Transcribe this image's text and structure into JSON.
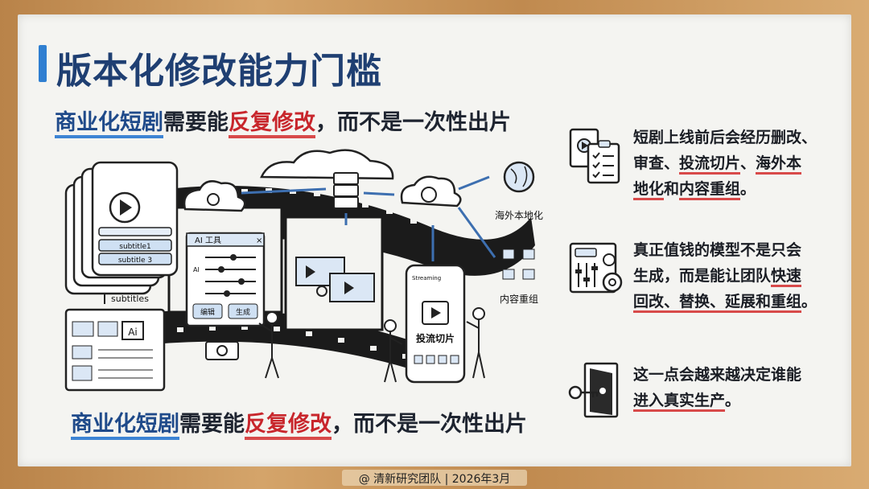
{
  "title": "版本化修改能力门槛",
  "headline_top": {
    "part1": "商业化短剧",
    "part2": "需要能",
    "part3": "反复修改",
    "part4": "，而不是一次性出片"
  },
  "headline_bottom": {
    "part1": "商业化短剧",
    "part2": "需要能",
    "part3": "反复修改",
    "part4": "，而不是一次性出片"
  },
  "sketch": {
    "subtitle1": "subtitle1",
    "subtitle3": "subtitle 3",
    "subtitles_label": "subtitles",
    "ai_tool_title": "AI 工具",
    "ai_label": "AI",
    "edit_btn": "编辑",
    "generate_btn": "生成",
    "overseas_label": "海外本地化",
    "recombine_label": "内容重组",
    "streaming_label": "Streaming",
    "clip_label": "投流切片",
    "ai_small": "Ai"
  },
  "bullets": [
    {
      "icon": "document-checklist-icon",
      "line1": "短剧上线前后会经历删改、",
      "line2a": "审查、",
      "line2b": "投流切片",
      "line2c": "、",
      "line2d": "海外本",
      "line3a": "地化",
      "line3b": "和",
      "line3c": "内容重组",
      "line3d": "。"
    },
    {
      "icon": "ai-gear-sliders-icon",
      "line1": "真正值钱的模型不是只会",
      "line2a": "生成，而是能让团队",
      "line2b": "快速",
      "line3a": "回改、替换、延展和重组",
      "line3b": "。"
    },
    {
      "icon": "door-key-icon",
      "line1": "这一点会越来越决定谁能",
      "line2a": "进入真实生产",
      "line2b": "。"
    }
  ],
  "footer": "@ 清新研究团队 | 2026年3月",
  "colors": {
    "accent_blue": "#2f7fd1",
    "title_navy": "#1f3f72",
    "accent_red": "#c8262c",
    "frame_wood": "#c9955c",
    "board": "#f4f4f1"
  }
}
